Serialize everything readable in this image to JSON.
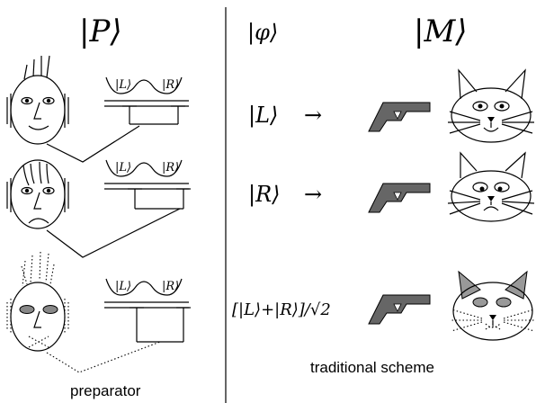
{
  "header": {
    "P_ket": "|P⟩",
    "phi_ket": "|φ⟩",
    "M_ket": "|M⟩"
  },
  "rows": [
    {
      "state": "|L⟩",
      "arrow": "→",
      "well_left": "|L⟩",
      "well_right": "|R⟩"
    },
    {
      "state": "|R⟩",
      "arrow": "→",
      "well_left": "|L⟩",
      "well_right": "|R⟩"
    },
    {
      "state": "[|L⟩+|R⟩]/√2",
      "arrow": "",
      "well_left": "|L⟩",
      "well_right": "|R⟩"
    }
  ],
  "footer": {
    "left_caption": "preparator",
    "right_caption": "traditional scheme"
  },
  "colors": {
    "gun": "#666666",
    "cat_gray": "#999999",
    "line": "#000000"
  }
}
